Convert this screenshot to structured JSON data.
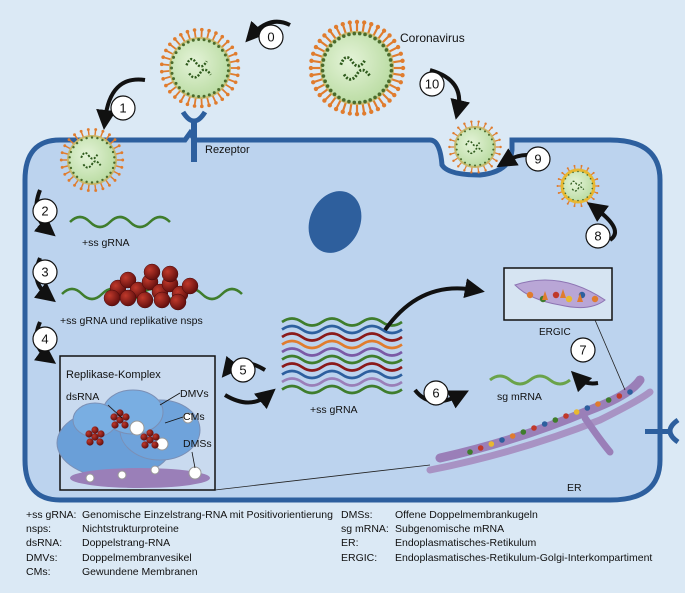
{
  "labels": {
    "coronavirus": "Coronavirus",
    "rezeptor": "Rezeptor",
    "ss_grna_1": "+ss gRNA",
    "ss_grna_nsps": "+ss gRNA und replikative nsps",
    "replikase": "Replikase-Komplex",
    "dsrna": "dsRNA",
    "dmvs": "DMVs",
    "cms": "CMs",
    "dmss": "DMSs",
    "ss_grna_2": "+ss gRNA",
    "sg_mrna": "sg mRNA",
    "ergic": "ERGIC",
    "er": "ER"
  },
  "steps": [
    "0",
    "1",
    "2",
    "3",
    "4",
    "5",
    "6",
    "7",
    "8",
    "9",
    "10"
  ],
  "legend_left": [
    {
      "key": "+ss gRNA:",
      "value": "Genomische Einzelstrang-RNA mit Positivorientierung"
    },
    {
      "key": "nsps:",
      "value": "Nichtstrukturproteine"
    },
    {
      "key": "dsRNA:",
      "value": "Doppelstrang-RNA"
    },
    {
      "key": "DMVs:",
      "value": "Doppelmembranvesikel"
    },
    {
      "key": "CMs:",
      "value": "Gewundene Membranen"
    }
  ],
  "legend_right": [
    {
      "key": "DMSs:",
      "value": "Offene Doppelmembrankugeln"
    },
    {
      "key": "sg mRNA:",
      "value": "Subgenomische mRNA"
    },
    {
      "key": "ER:",
      "value": "Endoplasmatisches-Retikulum"
    },
    {
      "key": "ERGIC:",
      "value": "Endoplasmatisches-Retikulum-Golgi-Interkompartiment"
    }
  ],
  "colors": {
    "background": "#dbe9f5",
    "cell_fill": "#bcd3ee",
    "membrane": "#2d5f9e",
    "nucleus": "#2e5f9d",
    "rna_green": "#3f7d2c",
    "virus_core": "#c6e3b4",
    "spike": "#e07c2e",
    "ribosome": "#8b1a1a",
    "er": "#9a7fb8"
  }
}
